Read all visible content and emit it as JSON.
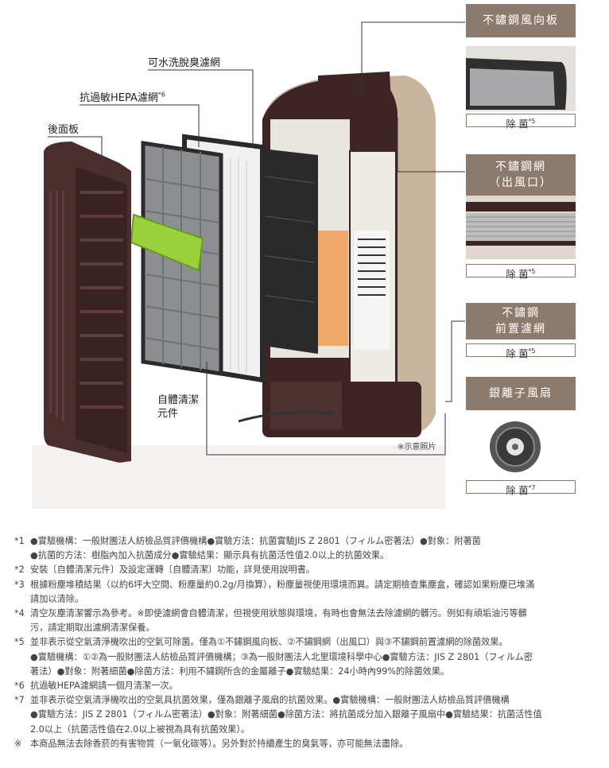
{
  "callouts": {
    "washable_filter": "可水洗脫臭濾網",
    "hepa_filter": "抗過敏HEPA濾網",
    "hepa_sup": "*6",
    "back_panel": "後面板",
    "auto_clean": [
      "自體清潔",
      "元件"
    ],
    "sample_photo": "※示意照片"
  },
  "panels": [
    {
      "title": "不鏽鋼風向板",
      "tag": "除 菌",
      "tag_sup": "*5"
    },
    {
      "title_lines": [
        "不鏽鋼網",
        "（出風口）"
      ],
      "tag": "除 菌",
      "tag_sup": "*5"
    },
    {
      "title_lines": [
        "不鏽鋼",
        "前置濾網"
      ],
      "tag": "除 菌",
      "tag_sup": "*5"
    },
    {
      "title": "銀離子風扇",
      "tag": "除 菌",
      "tag_sup": "*7"
    }
  ],
  "notes": [
    {
      "mark": "*1",
      "lines": [
        "●實驗機構：一般財團法人紡檢品質評價機構●實驗方法：抗菌實驗JIS Z 2801（フィルム密著法）●對象：附著菌",
        "●抗菌的方法：樹脂內加入抗菌成分●實驗結果：顯示具有抗菌活性值2.0以上的抗菌效果。"
      ]
    },
    {
      "mark": "*2",
      "lines": [
        "安裝〔自體清潔元件〕及設定運轉〔自體清潔〕功能，詳見使用說明書。"
      ]
    },
    {
      "mark": "*3",
      "lines": [
        "根據粉塵堆積結果（以約6坪大空間、粉塵量約0.2g/月換算），粉塵量視使用環境而異。請定期檢查集塵盒，確認如果粉塵已堆滿",
        "請加以清除。"
      ]
    },
    {
      "mark": "*4",
      "lines": [
        "清空灰塵清潔響示為參考。※即使濾網會自體清潔，但視使用狀態與環境，有時也會無法去除濾網的髒污。例如有頑垢油污等髒",
        "污，請定期取出濾網清潔保養。"
      ]
    },
    {
      "mark": "*5",
      "lines": [
        "並非表示從空氣清淨機吹出的空氣可除菌。僅為①不鏽鋼風向板、②不鏽鋼網（出風口）與③不鏽鋼前置濾網的除菌效果。",
        "●實驗機構：①②為一般財團法人紡檢品質評價機構；③為一般財團法人北里環境科學中心●實驗方法：JIS Z 2801（フィルム密",
        "著法）●對象：附著細菌●除菌方法：利用不鏽鋼所含的金屬離子●實驗結果：24小時內99%的除菌效果。"
      ]
    },
    {
      "mark": "*6",
      "lines": [
        "抗過敏HEPA濾網請一個月清潔一次。"
      ]
    },
    {
      "mark": "*7",
      "lines": [
        "並非表示從空氣清淨機吹出的空氣具抗菌效果，僅為銀離子風扇的抗菌效果。●實驗機構：一般財團法人紡檢品質評價機構",
        "●實驗方法：JIS Z 2801（フィルム密著法）●對象：附著細菌●除菌方法：將抗菌成分加入銀離子風扇中●實驗結果：抗菌活性值",
        "2.0以上（抗菌活性值在2.0以上被視為具有抗菌效果）。"
      ]
    },
    {
      "mark": "※",
      "lines": [
        "本商品無法去除香菸的有害物質（一氧化碳等）。另外對於持續產生的臭氣等，亦可能無法盡除。"
      ]
    }
  ]
}
